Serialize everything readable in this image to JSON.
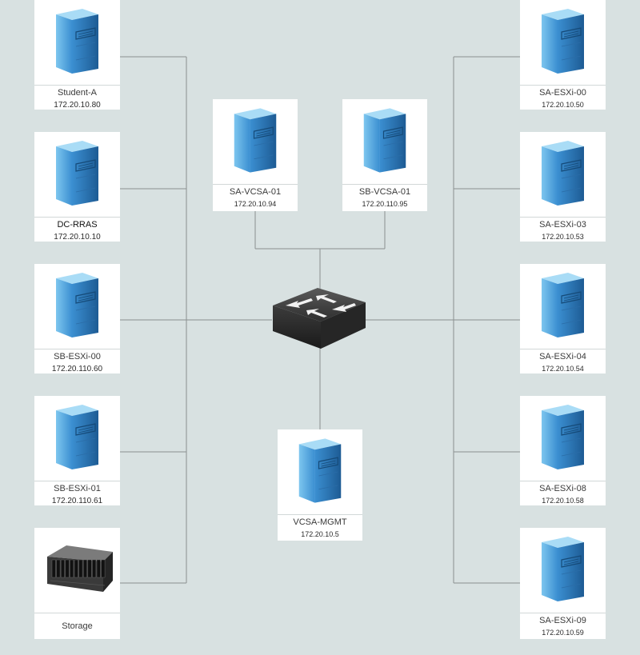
{
  "nodes": [
    {
      "key": "student-a",
      "name": "Student-A",
      "ip": "172.20.10.80",
      "kind": "server"
    },
    {
      "key": "dc-rras",
      "name": "DC-RRAS",
      "ip": "172.20.10.10",
      "kind": "server"
    },
    {
      "key": "sb-esxi-00",
      "name": "SB-ESXi-00",
      "ip": "172.20.110.60",
      "kind": "server"
    },
    {
      "key": "sb-esxi-01",
      "name": "SB-ESXi-01",
      "ip": "172.20.110.61",
      "kind": "server"
    },
    {
      "key": "storage",
      "name": "Storage",
      "ip": "",
      "kind": "storage"
    },
    {
      "key": "sa-vcsa-01",
      "name": "SA-VCSA-01",
      "ip": "172.20.10.94",
      "kind": "server"
    },
    {
      "key": "sb-vcsa-01",
      "name": "SB-VCSA-01",
      "ip": "172.20.110.95",
      "kind": "server"
    },
    {
      "key": "vcsa-mgmt",
      "name": "VCSA-MGMT",
      "ip": "172.20.10.5",
      "kind": "server"
    },
    {
      "key": "sa-esxi-00",
      "name": "SA-ESXi-00",
      "ip": "172.20.10.50",
      "kind": "server"
    },
    {
      "key": "sa-esxi-03",
      "name": "SA-ESXi-03",
      "ip": "172.20.10.53",
      "kind": "server"
    },
    {
      "key": "sa-esxi-04",
      "name": "SA-ESXi-04",
      "ip": "172.20.10.54",
      "kind": "server"
    },
    {
      "key": "sa-esxi-08",
      "name": "SA-ESXi-08",
      "ip": "172.20.10.58",
      "kind": "server"
    },
    {
      "key": "sa-esxi-09",
      "name": "SA-ESXi-09",
      "ip": "172.20.10.59",
      "kind": "server"
    }
  ],
  "switch": {
    "icon": "network-switch-icon"
  },
  "colors": {
    "background": "#d8e1e1",
    "link": "#8a8f90",
    "server_light": "#7dc6ef",
    "server_mid": "#3b8fd1",
    "server_dark": "#1d5b94",
    "switch": "#3a3a3a"
  }
}
